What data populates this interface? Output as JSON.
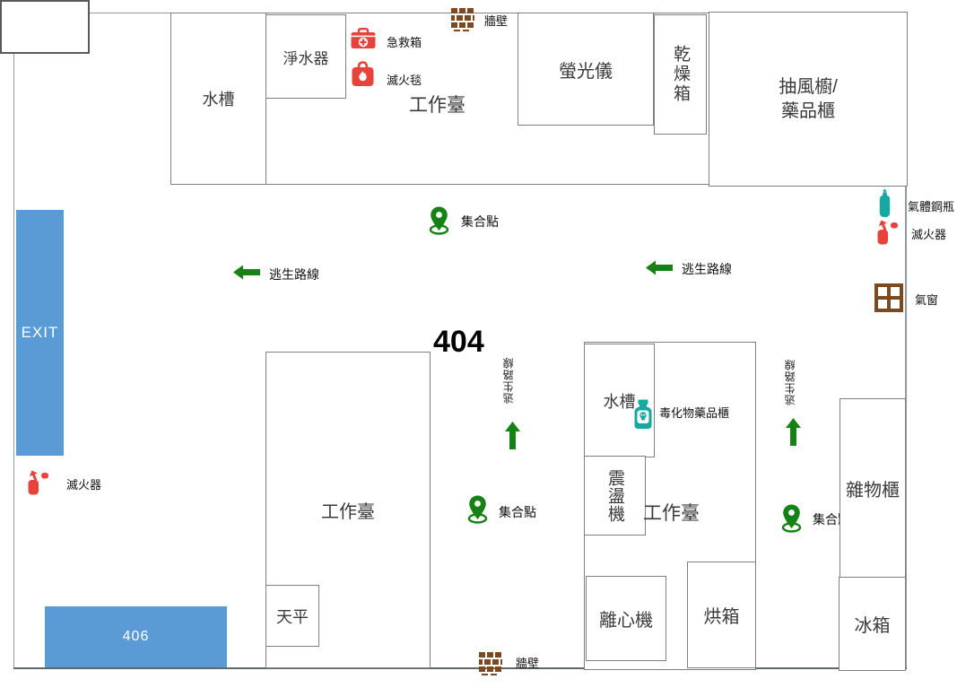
{
  "room": {
    "number": "404",
    "neighbor_room": "406",
    "exit": "EXIT"
  },
  "labels": {
    "wall": "牆壁",
    "first_aid_kit": "急救箱",
    "fire_blanket": "滅火毯",
    "assembly_point": "集合點",
    "escape_route": "逃生路線",
    "fire_extinguisher": "滅火器",
    "gas_cylinder": "氣體鋼瓶",
    "vent_window": "氣窗",
    "toxic_chemical_cabinet": "毒化物藥品櫃"
  },
  "furniture": {
    "sink": "水槽",
    "water_purifier": "淨水器",
    "workbench": "工作臺",
    "fluorometer": "螢光儀",
    "drying_oven": "乾燥箱",
    "fume_hood_line1": "抽風櫥/",
    "fume_hood_line2": "藥品櫃",
    "shaker": "震盪機",
    "centrifuge": "離心機",
    "oven": "烘箱",
    "misc_cabinet": "雜物櫃",
    "fridge": "冰箱",
    "balance": "天平"
  },
  "icons": {
    "brick-wall-icon": "brown brick tiles",
    "first-aid-kit-icon": "red case with white cross",
    "fire-blanket-icon": "red bag with white flame",
    "fire-extinguisher-icon": "red extinguisher",
    "gas-cylinder-icon": "teal cylinder with valve",
    "vent-window-icon": "brown 4-pane window",
    "assembly-point-icon": "green map pin with ring",
    "escape-arrow-icon": "solid green arrow",
    "toxic-bottle-icon": "teal poison bottle with skull"
  },
  "colors": {
    "accent_blue": "#5B9BD5",
    "safety_green": "#168216",
    "alert_red": "#E8433A",
    "teal": "#17A8A2",
    "brick_brown": "#7C4A21",
    "wall_line": "#8E9CA0"
  }
}
